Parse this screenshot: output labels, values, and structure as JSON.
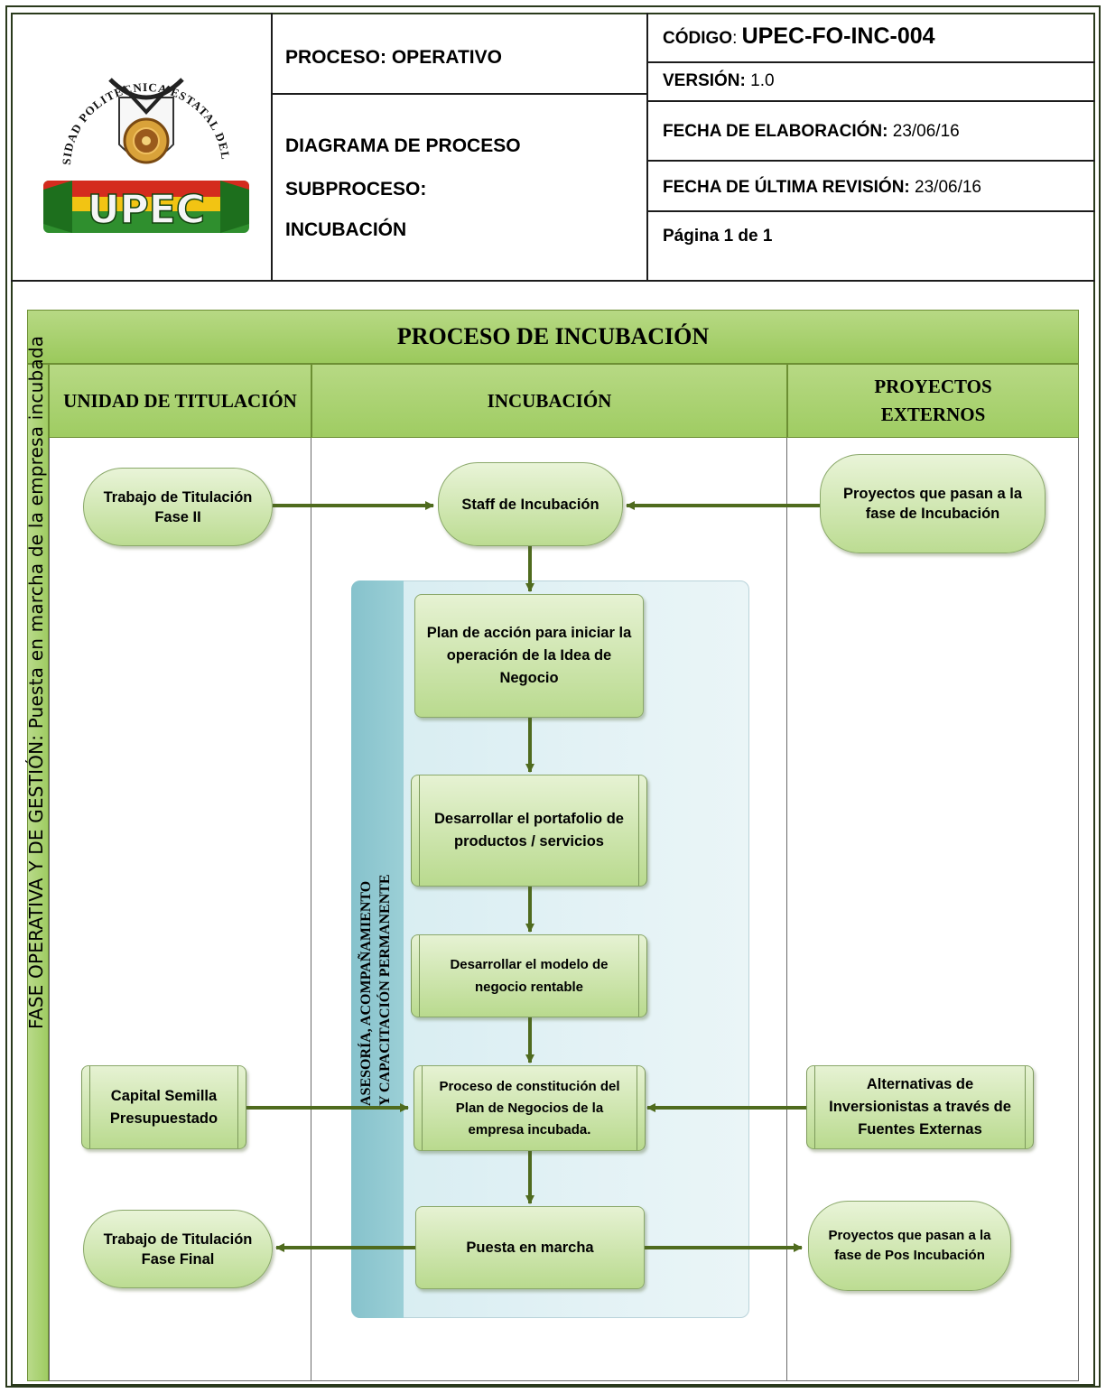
{
  "header": {
    "process_label": "PROCESO: OPERATIVO",
    "title_lines": [
      "DIAGRAMA DE PROCESO",
      "SUBPROCESO:",
      "INCUBACIÓN"
    ],
    "code_label": "CÓDIGO",
    "code_colon": ":",
    "code_value": "UPEC-FO-INC-004",
    "version_label": "VERSIÓN:",
    "version_value": "1.0",
    "created_label": "FECHA DE ELABORACIÓN:",
    "created_value": "23/06/16",
    "revised_label": "FECHA DE ÚLTIMA REVISIÓN:",
    "revised_value": "23/06/16",
    "page_text": "Página 1 de 1"
  },
  "logo": {
    "arc_text": "UNIVERSIDAD POLITECNICA ESTATAL DEL CARCHI",
    "acronym": "UPEC",
    "colors": [
      "#d42b1e",
      "#f2c413",
      "#2f8f2e"
    ]
  },
  "diagram": {
    "title": "PROCESO DE INCUBACIÓN",
    "side_label": "FASE OPERATIVA Y DE GESTIÓN: Puesta en marcha de la empresa incubada",
    "lanes": [
      "UNIDAD DE TITULACIÓN",
      "INCUBACIÓN",
      "PROYECTOS EXTERNOS"
    ],
    "advisory_lines": [
      "ASESORÍA, ACOMPAÑAMIENTO",
      "Y CAPACITACIÓN PERMANENTE"
    ],
    "nodes": {
      "titulacion_fase2": "Trabajo de Titulación Fase II",
      "staff": "Staff de Incubación",
      "proyectos_incubacion": "Proyectos que pasan a la fase de Incubación",
      "plan_accion": "Plan de acción para iniciar la operación de la Idea de Negocio",
      "portafolio": "Desarrollar el portafolio de productos / servicios",
      "modelo": "Desarrollar el modelo de negocio rentable",
      "capital": "Capital Semilla Presupuestado",
      "constitucion": "Proceso de constitución del Plan de Negocios de la empresa incubada.",
      "inversionistas": "Alternativas de Inversionistas a través de Fuentes Externas",
      "titulacion_final": "Trabajo de Titulación Fase Final",
      "puesta": "Puesta en marcha",
      "pos_incubacion": "Proyectos que pasan a la fase de Pos Incubación"
    }
  },
  "colors": {
    "lane_green": "#a8d06e",
    "node_green": "#c9e4a6",
    "arrow": "#4f6b1e",
    "panel_blue": "#e3f2f5",
    "band_blue": "#8fc7d0"
  }
}
